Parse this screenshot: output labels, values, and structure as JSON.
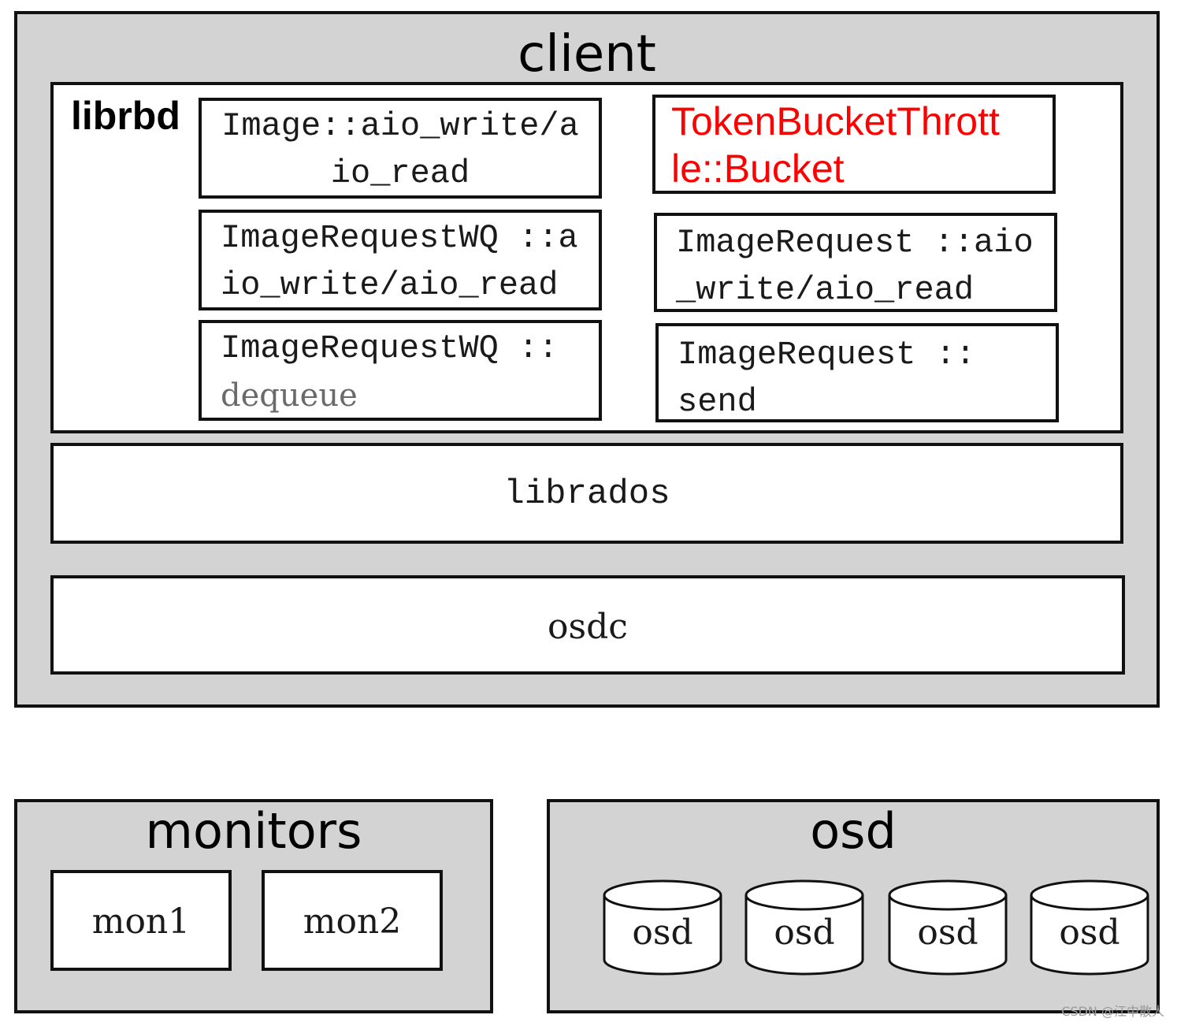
{
  "client": {
    "title": "client",
    "librbd": {
      "label": "librbd",
      "left_boxes": [
        {
          "text": "Image::aio_write/a\nio_read"
        },
        {
          "text": "ImageRequestWQ ::a\nio_write/aio_read"
        },
        {
          "text": "ImageRequestWQ ::",
          "sub": "dequeue"
        }
      ],
      "right_boxes": [
        {
          "text": "TokenBucketThrott\nle::Bucket"
        },
        {
          "text": "ImageRequest ::aio\n_write/aio_read"
        },
        {
          "text": "ImageRequest ::\nsend"
        }
      ]
    },
    "librados": "librados",
    "osdc": "osdc"
  },
  "monitors": {
    "title": "monitors",
    "items": [
      "mon1",
      "mon2"
    ]
  },
  "osd": {
    "title": "osd",
    "disks": [
      "osd",
      "osd",
      "osd",
      "osd"
    ]
  },
  "watermark": "CSDN @江中散人",
  "colors": {
    "highlight_text": "#ff0000",
    "container_fill": "#d3d3d3",
    "border": "#111111"
  }
}
